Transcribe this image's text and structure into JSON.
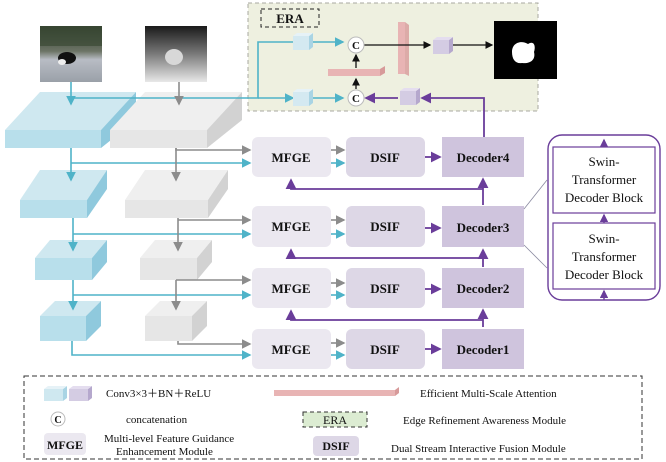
{
  "era": {
    "label": "ERA"
  },
  "concat_symbol": "C",
  "modules": {
    "mfge": "MFGE",
    "dsif": "DSIF",
    "decoders": [
      "Decoder4",
      "Decoder3",
      "Decoder2",
      "Decoder1"
    ]
  },
  "swin_block": {
    "line1": "Swin-",
    "line2": "Transformer",
    "line3": "Decoder Block"
  },
  "legend": {
    "conv": "Conv3×3＋BN＋ReLU",
    "concat": "concatenation",
    "mfge_short": "MFGE",
    "mfge_line1": "Multi-level Feature Guidance",
    "mfge_line2": "Enhancement Module",
    "ema": "Efficient Multi-Scale Attention",
    "era_short": "ERA",
    "era": "Edge Refinement Awareness Module",
    "dsif_short": "DSIF",
    "dsif": "Dual Stream Interactive Fusion Module"
  },
  "colors": {
    "rgb_stream": "#4fb3c8",
    "depth_stream": "#8c8c8c",
    "decoder_flow": "#6a3d9a",
    "era_bg": "#eef0e0",
    "ema_bar": "#e8b4b4",
    "mfge_fill": "#ebe8f0",
    "dsif_fill": "#ddd7e6",
    "decoder_fill": "#cfc4dd"
  }
}
